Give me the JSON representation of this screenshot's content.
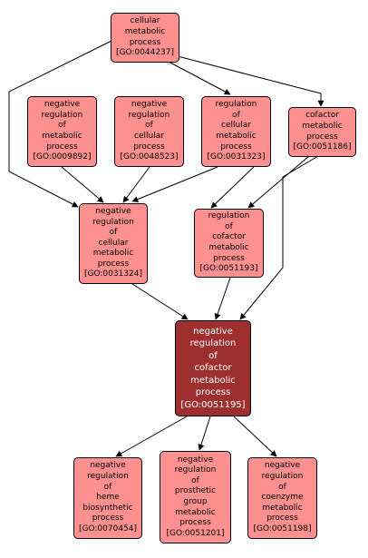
{
  "colors": {
    "node_fill": "#ff9090",
    "focus_fill": "#9e2f2f",
    "edge": "#000000"
  },
  "nodes": [
    {
      "id": "n0044237",
      "lines": [
        "cellular",
        "metabolic",
        "process",
        "[GO:0044237]"
      ]
    },
    {
      "id": "n0009892",
      "lines": [
        "negative",
        "regulation",
        "of",
        "metabolic",
        "process",
        "[GO:0009892]"
      ]
    },
    {
      "id": "n0048523",
      "lines": [
        "negative",
        "regulation",
        "of",
        "cellular",
        "process",
        "[GO:0048523]"
      ]
    },
    {
      "id": "n0031323",
      "lines": [
        "regulation",
        "of",
        "cellular",
        "metabolic",
        "process",
        "[GO:0031323]"
      ]
    },
    {
      "id": "n0051186",
      "lines": [
        "cofactor",
        "metabolic",
        "process",
        "[GO:0051186]"
      ]
    },
    {
      "id": "n0031324",
      "lines": [
        "negative",
        "regulation",
        "of",
        "cellular",
        "metabolic",
        "process",
        "[GO:0031324]"
      ]
    },
    {
      "id": "n0051193",
      "lines": [
        "regulation",
        "of",
        "cofactor",
        "metabolic",
        "process",
        "[GO:0051193]"
      ]
    },
    {
      "id": "n0051195",
      "focus": true,
      "lines": [
        "negative",
        "regulation",
        "of",
        "cofactor",
        "metabolic",
        "process",
        "[GO:0051195]"
      ]
    },
    {
      "id": "n0070454",
      "lines": [
        "negative",
        "regulation",
        "of",
        "heme",
        "biosynthetic",
        "process",
        "[GO:0070454]"
      ]
    },
    {
      "id": "n0051201",
      "lines": [
        "negative",
        "regulation",
        "of",
        "prosthetic",
        "group",
        "metabolic",
        "process",
        "[GO:0051201]"
      ]
    },
    {
      "id": "n0051198",
      "lines": [
        "negative",
        "regulation",
        "of",
        "coenzyme",
        "metabolic",
        "process",
        "[GO:0051198]"
      ]
    }
  ],
  "edges": [
    [
      "n0044237",
      "n0031324"
    ],
    [
      "n0044237",
      "n0031323"
    ],
    [
      "n0044237",
      "n0051186"
    ],
    [
      "n0009892",
      "n0031324"
    ],
    [
      "n0048523",
      "n0031324"
    ],
    [
      "n0031323",
      "n0031324"
    ],
    [
      "n0031323",
      "n0051193"
    ],
    [
      "n0051186",
      "n0051193"
    ],
    [
      "n0051186",
      "n0051195"
    ],
    [
      "n0031324",
      "n0051195"
    ],
    [
      "n0051193",
      "n0051195"
    ],
    [
      "n0051195",
      "n0070454"
    ],
    [
      "n0051195",
      "n0051201"
    ],
    [
      "n0051195",
      "n0051198"
    ]
  ]
}
